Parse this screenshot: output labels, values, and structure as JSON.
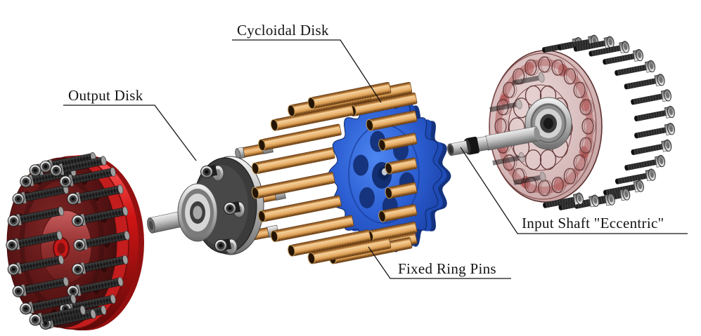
{
  "figure_type": "exploded-view technical illustration of a cycloidal drive",
  "labels": {
    "cycloidal_disk": "Cycloidal Disk",
    "output_disk": "Output Disk",
    "fixed_ring_pins": "Fixed Ring Pins",
    "input_shaft": "Input Shaft \"Eccentric\""
  },
  "colors": {
    "background": "#ffffff",
    "text": "#141414",
    "leader_line": "#141414",
    "housing_red": "#cf1414",
    "housing_red_dark": "#571313",
    "hub_red": "#933030",
    "cycloidal_blue": "#2b5ed2",
    "cycloidal_blue_dark": "#14337f",
    "pin_brass": "#d2944e",
    "pin_highlight": "#f2c488",
    "pin_shadow": "#7a4a1c",
    "steel": "#b9b9b9",
    "thread": "#131313",
    "input_pink": "#d6b9b9",
    "pink_outline": "#5c3030"
  },
  "parts": {
    "left": "output housing disk with cap screws",
    "center_left": "output disk with shaft and bearing",
    "center": "cycloidal disk",
    "center_ring": "fixed ring pins",
    "right": "input shaft eccentric with ring housing and screws"
  }
}
